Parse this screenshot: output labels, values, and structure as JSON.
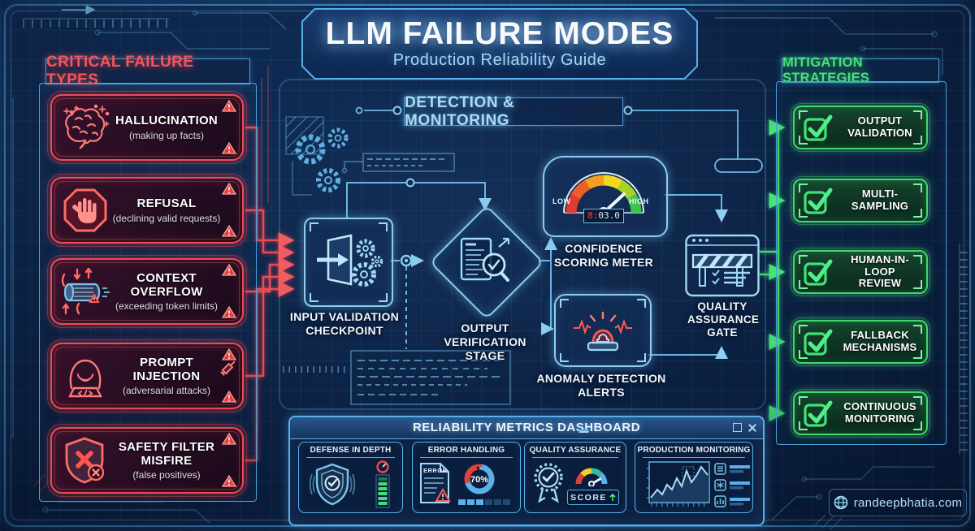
{
  "header": {
    "title": "LLM FAILURE MODES",
    "subtitle": "Production Reliability Guide"
  },
  "failure_panel": {
    "header": "CRITICAL FAILURE TYPES",
    "items": [
      {
        "icon": "brain-icon",
        "title": "HALLUCINATION",
        "subtitle": "(making up facts)"
      },
      {
        "icon": "stop-hand-icon",
        "title": "REFUSAL",
        "subtitle": "(declining valid requests)"
      },
      {
        "icon": "pipe-overflow-icon",
        "title": "CONTEXT\nOVERFLOW",
        "subtitle": "(exceeding token limits)"
      },
      {
        "icon": "hacker-icon",
        "title": "PROMPT\nINJECTION",
        "subtitle": "(adversarial attacks)"
      },
      {
        "icon": "shield-x-icon",
        "title": "SAFETY FILTER\nMISFIRE",
        "subtitle": "(false positives)"
      }
    ]
  },
  "detection": {
    "header": "DETECTION & MONITORING",
    "input_validation_label": "INPUT VALIDATION\nCHECKPOINT",
    "output_verification_label": "OUTPUT\nVERIFICATION\nSTAGE",
    "confidence_meter": {
      "label": "CONFIDENCE\nSCORING METER",
      "low": "LOW",
      "high": "HIGH",
      "readout": "8:03.0"
    },
    "anomaly_label": "ANOMALY DETECTION\nALERTS",
    "qa_gate_label": "QUALITY\nASSURANCE\nGATE"
  },
  "mitigation_panel": {
    "header": "MITIGATION STRATEGIES",
    "items": [
      {
        "label": "OUTPUT\nVALIDATION"
      },
      {
        "label": "MULTI-\nSAMPLING"
      },
      {
        "label": "HUMAN-IN-LOOP\nREVIEW"
      },
      {
        "label": "FALLBACK\nMECHANISMS"
      },
      {
        "label": "CONTINUOUS\nMONITORING"
      }
    ]
  },
  "dashboard": {
    "title": "RELIABILITY METRICS DASHBOARD",
    "panels": [
      {
        "title": "DEFENSE IN DEPTH"
      },
      {
        "title": "ERROR HANDLING",
        "doc_label": "ERROR",
        "donut_value": "70%"
      },
      {
        "title": "QUALITY ASSURANCE",
        "score_label": "SCORE"
      },
      {
        "title": "PRODUCTION MONITORING"
      }
    ]
  },
  "footer": {
    "watermark": "randeepbhatia.com"
  },
  "colors": {
    "failure_accent": "#ef4a50",
    "mitigation_accent": "#3fd96b",
    "line_accent": "#6db9e4",
    "background": "#0e2444"
  }
}
